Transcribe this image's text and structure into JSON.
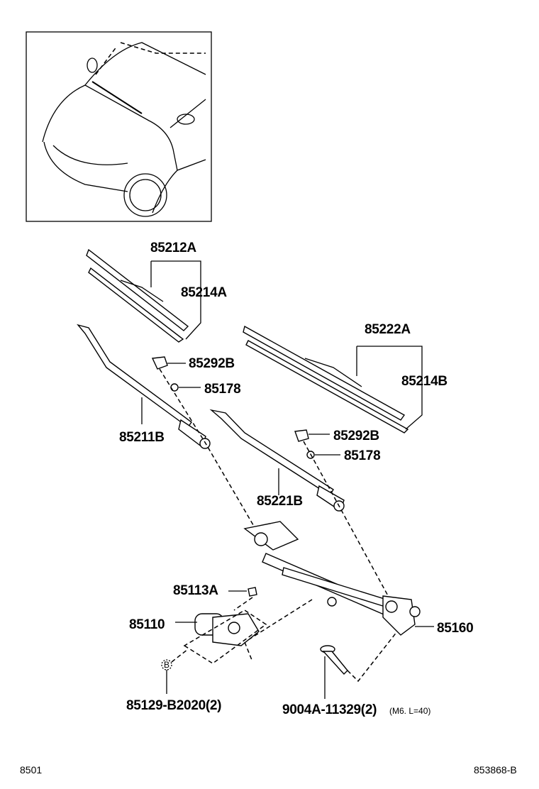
{
  "parts": {
    "blade_assy_front_left": "85212A",
    "blade_rubber_left": "85214A",
    "blade_assy_right": "85222A",
    "blade_rubber_right": "85214B",
    "cap_left": "85292B",
    "nut_left": "85178",
    "arm_left": "85211B",
    "cap_right": "85292B",
    "nut_right": "85178",
    "arm_right": "85221B",
    "cap_motor": "85113A",
    "motor": "85110",
    "link_assy": "85160",
    "bolt_motor": "85129-B2020(2)",
    "bolt_link": "9004A-11329(2)",
    "bolt_link_spec": "(M6. L=40)",
    "bolt_marker": "B"
  },
  "footer": {
    "section_code": "8501",
    "illustration_id": "853868-B"
  }
}
